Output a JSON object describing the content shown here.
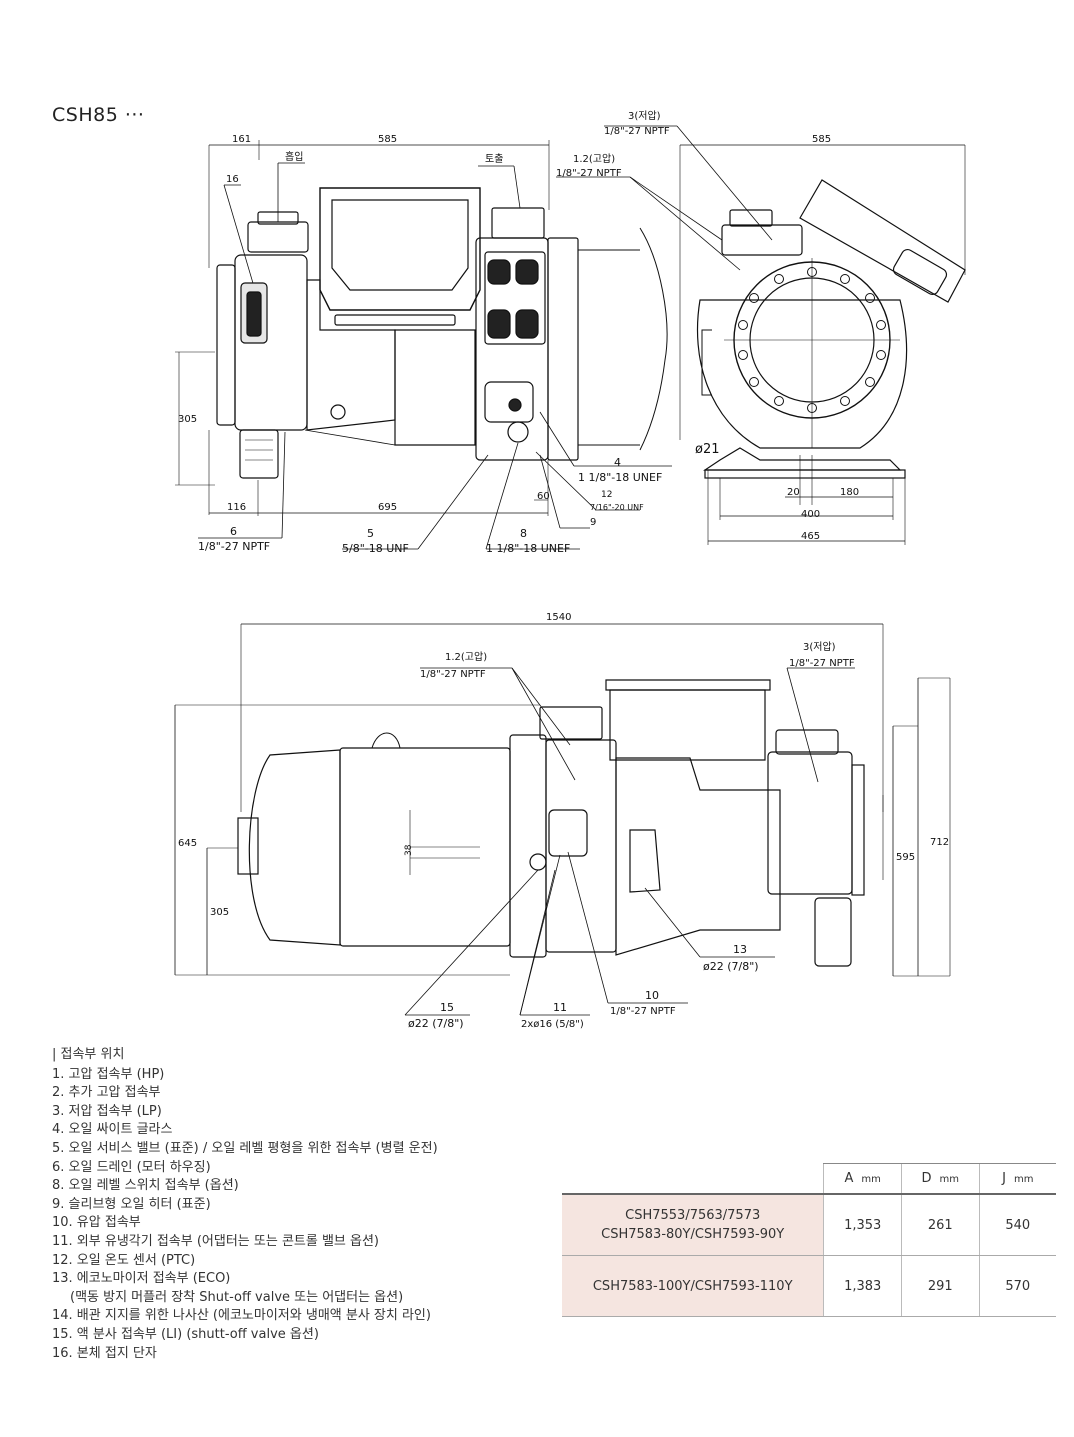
{
  "title": "CSH85 ···",
  "drawing_labels": {
    "top_left": {
      "dim_161": "161",
      "dim_585": "585",
      "suction": "흡입",
      "discharge": "토출",
      "label_16": "16",
      "dim_305": "305",
      "dim_116": "116",
      "dim_695": "695",
      "dim_60": "60",
      "label_6_num": "6",
      "label_6_spec": "1/8\"-27 NPTF",
      "label_5_num": "5",
      "label_5_spec": "5/8\"-18 UNF",
      "label_8_num": "8",
      "label_8_spec": "1 1/8\"-18 UNEF",
      "label_9": "9",
      "label_12_num": "12",
      "label_12_spec": "7/16\"-20 UNF",
      "label_4_num": "4",
      "label_4_spec": "1 1/8\"-18 UNEF"
    },
    "top_right": {
      "label_3_num": "3(저압)",
      "label_3_spec": "1/8\"-27 NPTF",
      "label_12hp_num": "1.2(고압)",
      "label_12hp_spec": "1/8\"-27 NPTF",
      "dim_585": "585",
      "dia_21": "ø21",
      "dim_20": "20",
      "dim_180": "180",
      "dim_400": "400",
      "dim_465": "465"
    },
    "bottom": {
      "dim_1540": "1540",
      "label_12hp_num": "1.2(고압)",
      "label_12hp_spec": "1/8\"-27 NPTF",
      "label_3_num": "3(저압)",
      "label_3_spec": "1/8\"-27 NPTF",
      "dim_645": "645",
      "dim_305": "305",
      "dim_38": "38",
      "dim_595": "595",
      "dim_712": "712",
      "label_13_num": "13",
      "label_13_spec": "ø22 (7/8\")",
      "label_10_num": "10",
      "label_10_spec": "1/8\"-27 NPTF",
      "label_11_num": "11",
      "label_11_spec": "2xø16 (5/8\")",
      "label_15_num": "15",
      "label_15_spec": "ø22 (7/8\")"
    }
  },
  "legend": {
    "heading": "| 접속부 위치",
    "items": [
      "1. 고압 접속부 (HP)",
      "2. 추가 고압 접속부",
      "3. 저압 접속부 (LP)",
      "4. 오일 싸이트 글라스",
      "5. 오일 서비스 밸브 (표준) / 오일 레벨 평형을 위한 접속부 (병렬 운전)",
      "6. 오일 드레인 (모터 하우징)",
      "8. 오일 레벨 스위치 접속부 (옵션)",
      "9. 슬리브형 오일 히터 (표준)",
      "10. 유압 접속부",
      "11. 외부 유냉각기 접속부 (어댑터는 또는 콘트롤 밸브 옵션)",
      "12. 오일 온도 센서 (PTC)",
      "13. 에코노마이저 접속부 (ECO)",
      "(맥동 방지 머플러 장착 Shut-off valve 또는 어댑터는 옵션)",
      "14. 배관 지지를 위한 나사산 (에코노마이저와 냉매액 분사 장치 라인)",
      "15. 액 분사 접속부 (LI) (shutt-off valve 옵션)",
      "16. 본체 접지 단자"
    ]
  },
  "table": {
    "headers": [
      "",
      "A",
      "D",
      "J"
    ],
    "unit": "mm",
    "rows": [
      {
        "model_line1": "CSH7553/7563/7573",
        "model_line2": "CSH7583-80Y/CSH7593-90Y",
        "A": "1,353",
        "D": "261",
        "J": "540"
      },
      {
        "model_line1": "CSH7583-100Y/CSH7593-110Y",
        "model_line2": "",
        "A": "1,383",
        "D": "291",
        "J": "570"
      }
    ]
  }
}
